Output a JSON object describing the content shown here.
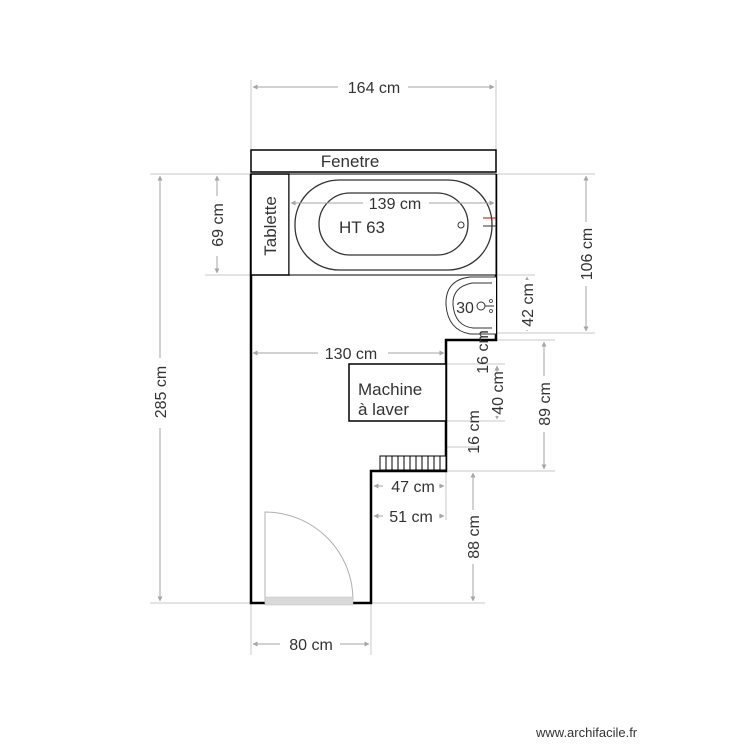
{
  "plan": {
    "title": "Bathroom floor plan",
    "colors": {
      "wall": "#000000",
      "dimension": "#a6a6a6",
      "text": "#333333",
      "door_threshold": "#d9d9d9",
      "faucet_red": "#cc0000"
    },
    "fixtures": {
      "window_label": "Fenetre",
      "shelf_label": "Tablette",
      "bathtub_label": "HT 63",
      "sink_label": "30",
      "washing_machine_line1": "Machine",
      "washing_machine_line2": "à laver"
    },
    "dimensions": {
      "top_width": "164 cm",
      "bathtub_length": "139 cm",
      "shelf_height": "69 cm",
      "total_height": "285 cm",
      "right_upper_height": "106 cm",
      "sink_depth": "42 cm",
      "washing_machine_wall": "130 cm",
      "gap_top": "16 cm",
      "washing_machine_depth": "40 cm",
      "gap_bottom": "16 cm",
      "middle_right_height": "89 cm",
      "radiator_width": "47 cm",
      "corridor_width": "51 cm",
      "lower_right_height": "88 cm",
      "door_width": "80 cm"
    }
  },
  "footer": {
    "watermark": "www.archifacile.fr"
  }
}
